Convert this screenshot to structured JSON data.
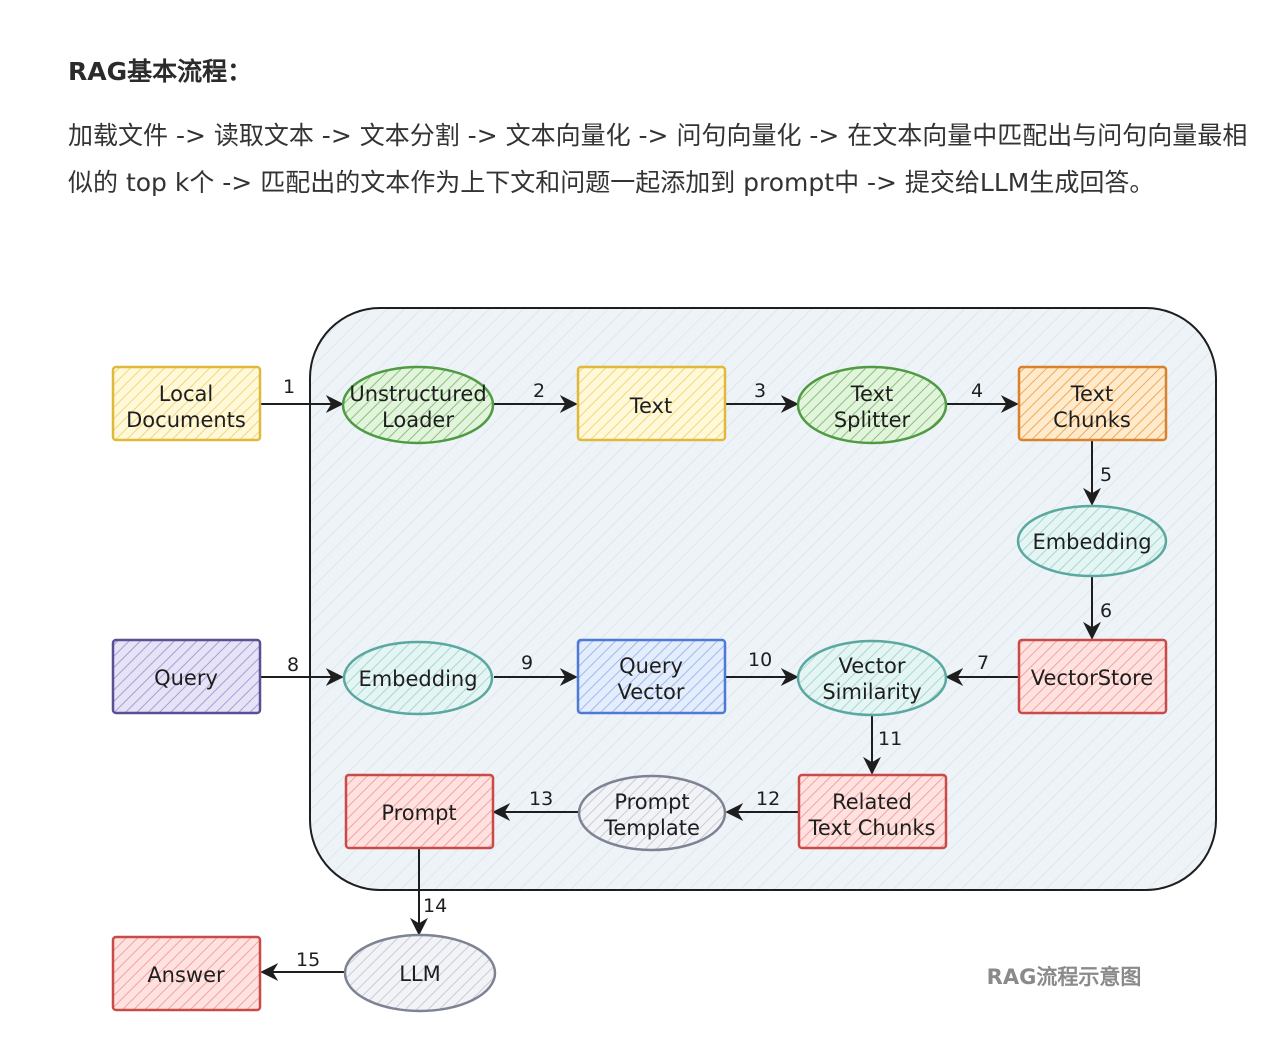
{
  "heading": "RAG基本流程：",
  "description": "加载文件 -> 读取文本 -> 文本分割 -> 文本向量化 -> 问句向量化 -> 在文本向量中匹配出与问句向量最相似的 top k个 -> 匹配出的文本作为上下文和问题一起添加到 prompt中 -> 提交给LLM生成回答。",
  "diagram": {
    "caption": "RAG流程示意图",
    "nodes": {
      "local_documents": {
        "line1": "Local",
        "line2": "Documents"
      },
      "unstructured_loader": {
        "line1": "Unstructured",
        "line2": "Loader"
      },
      "text": {
        "line1": "Text"
      },
      "text_splitter": {
        "line1": "Text",
        "line2": "Splitter"
      },
      "text_chunks": {
        "line1": "Text",
        "line2": "Chunks"
      },
      "embedding_doc": {
        "line1": "Embedding"
      },
      "vectorstore": {
        "line1": "VectorStore"
      },
      "query": {
        "line1": "Query"
      },
      "embedding_query": {
        "line1": "Embedding"
      },
      "query_vector": {
        "line1": "Query",
        "line2": "Vector"
      },
      "vector_similarity": {
        "line1": "Vector",
        "line2": "Similarity"
      },
      "related_text_chunks": {
        "line1": "Related",
        "line2": "Text Chunks"
      },
      "prompt_template": {
        "line1": "Prompt",
        "line2": "Template"
      },
      "prompt": {
        "line1": "Prompt"
      },
      "llm": {
        "line1": "LLM"
      },
      "answer": {
        "line1": "Answer"
      }
    },
    "edges": {
      "e1": "1",
      "e2": "2",
      "e3": "3",
      "e4": "4",
      "e5": "5",
      "e6": "6",
      "e7": "7",
      "e8": "8",
      "e9": "9",
      "e10": "10",
      "e11": "11",
      "e12": "12",
      "e13": "13",
      "e14": "14",
      "e15": "15"
    },
    "colors": {
      "yellow_fill": "#fff3bf",
      "yellow_stroke": "#e0b93c",
      "green_fill": "#d3f0c9",
      "green_stroke": "#4f9a43",
      "orange_fill": "#ffe3b8",
      "orange_stroke": "#d9822b",
      "teal_fill": "#d8f1ef",
      "teal_stroke": "#5aa8a0",
      "red_fill": "#ffd8d6",
      "red_stroke": "#c94a47",
      "purple_fill": "#dcd9f3",
      "purple_stroke": "#5b4f96",
      "blue_fill": "#dbe6fb",
      "blue_stroke": "#4f79d6",
      "gray_fill": "#eceef2",
      "gray_stroke": "#7e8394",
      "container_fill": "#eef3f7"
    }
  }
}
